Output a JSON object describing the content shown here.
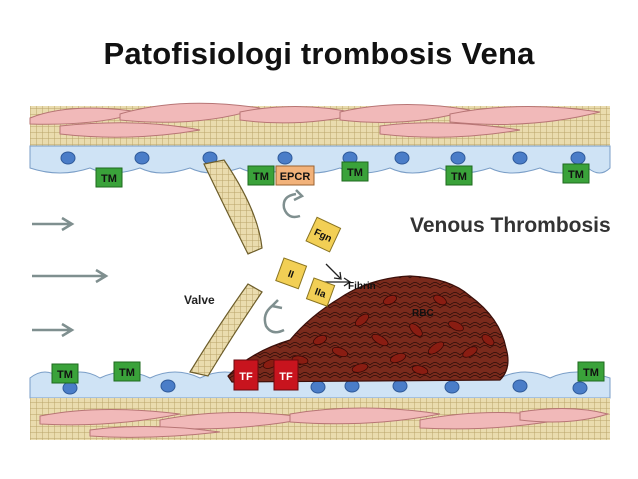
{
  "title": "Patofisiologi trombosis Vena",
  "diagram": {
    "heading": "Venous Thrombosis",
    "labels": {
      "tm": "TM",
      "epcr": "EPCR",
      "fgn": "Fgn",
      "ii": "II",
      "iia": "IIa",
      "fibrin": "Fibrin",
      "valve": "Valve",
      "rbc": "RBC",
      "tf": "TF"
    },
    "colors": {
      "tm_box": "#3aa23a",
      "tf_box": "#c8141e",
      "epcr_box": "#f2b27a",
      "factor_box": "#f2cf55",
      "endothelium": "#cfe3f5",
      "nucleus": "#4a7dc8",
      "smooth_muscle": "#f1b9b9",
      "matrix": "#e8d9a8",
      "clot": "#6b1c14"
    }
  }
}
